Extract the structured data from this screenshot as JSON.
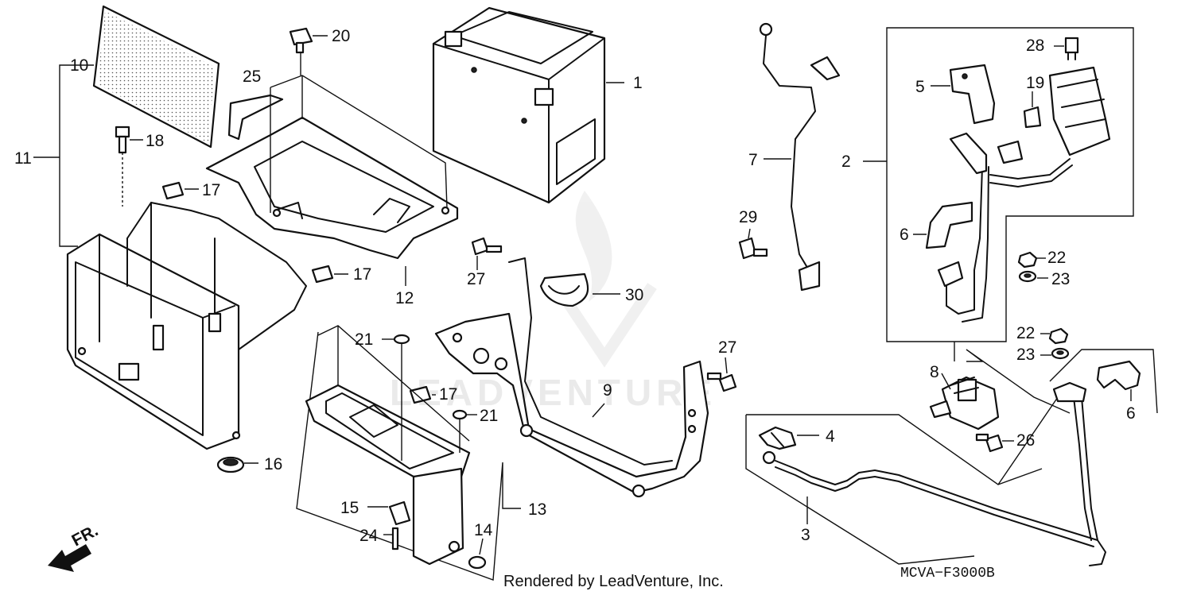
{
  "diagram": {
    "code": "MCVA−F3000B",
    "footer": "Rendered by LeadVenture, Inc.",
    "direction_label": "FR.",
    "watermark": "LEADVENTURE"
  },
  "callouts": {
    "c1": "1",
    "c2": "2",
    "c3": "3",
    "c4": "4",
    "c5": "5",
    "c6a": "6",
    "c6b": "6",
    "c7": "7",
    "c8": "8",
    "c9": "9",
    "c10": "10",
    "c11": "11",
    "c12": "12",
    "c13": "13",
    "c14": "14",
    "c15": "15",
    "c16": "16",
    "c17a": "17",
    "c17b": "17",
    "c17c": "17",
    "c18": "18",
    "c19": "19",
    "c20": "20",
    "c21a": "21",
    "c21b": "21",
    "c22a": "22",
    "c22b": "22",
    "c23a": "23",
    "c23b": "23",
    "c24": "24",
    "c25": "25",
    "c26": "26",
    "c27a": "27",
    "c27b": "27",
    "c28": "28",
    "c29": "29",
    "c30": "30"
  }
}
